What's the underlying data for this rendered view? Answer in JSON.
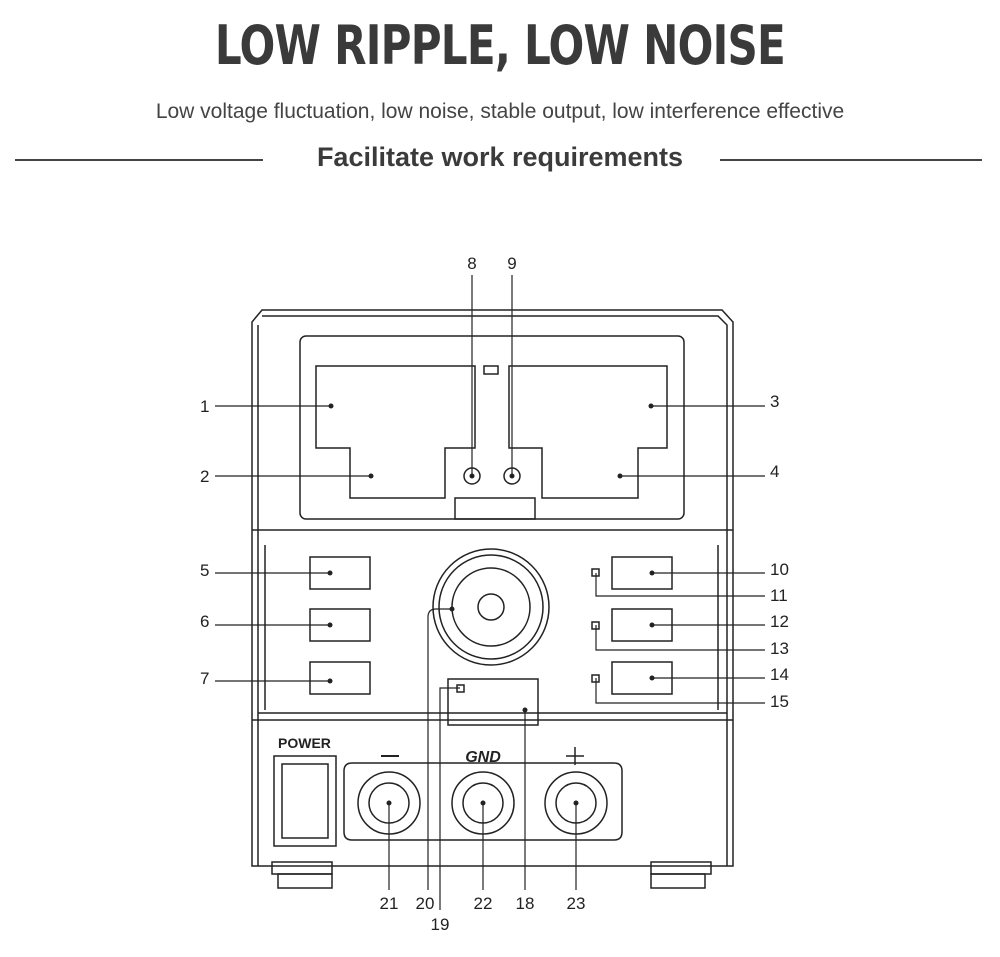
{
  "header": {
    "title": "LOW RIPPLE, LOW NOISE",
    "subtitle": "Low voltage fluctuation, low noise, stable output, low interference effective",
    "section_title": "Facilitate work requirements"
  },
  "panel": {
    "power_label": "POWER",
    "gnd_label": "GND",
    "minus_label": "—",
    "plus_label": "+"
  },
  "callouts": [
    "1",
    "2",
    "3",
    "4",
    "5",
    "6",
    "7",
    "8",
    "9",
    "10",
    "11",
    "12",
    "13",
    "14",
    "15",
    "18",
    "19",
    "20",
    "21",
    "22",
    "23"
  ],
  "colors": {
    "line": "#222222",
    "text": "#333333",
    "background": "#ffffff"
  }
}
